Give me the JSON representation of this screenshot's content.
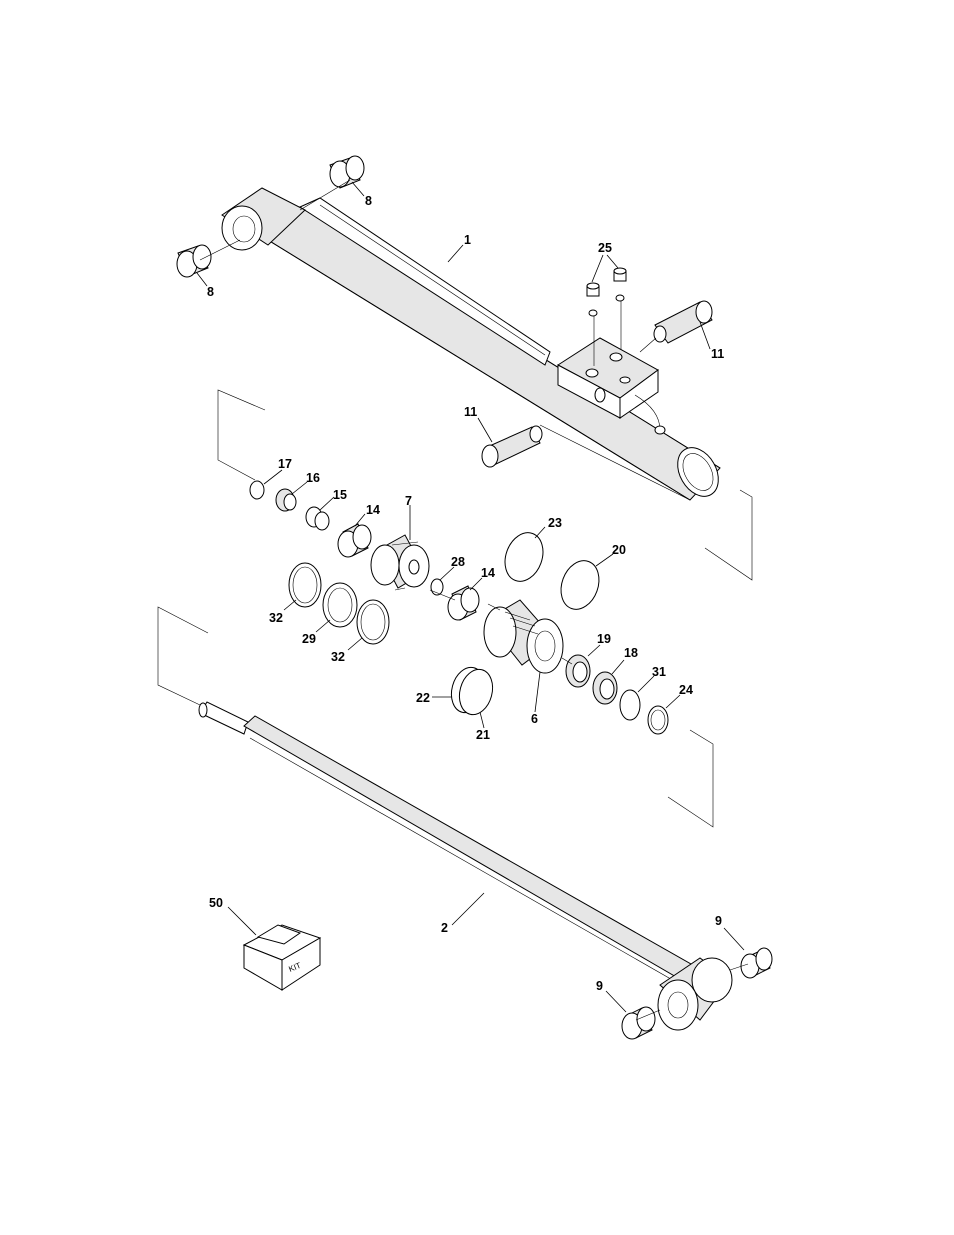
{
  "diagram": {
    "callouts": {
      "c8a": "8",
      "c8b": "8",
      "c1": "1",
      "c25": "25",
      "c11a": "11",
      "c11b": "11",
      "c17": "17",
      "c16": "16",
      "c15": "15",
      "c14a": "14",
      "c7": "7",
      "c23": "23",
      "c20": "20",
      "c28": "28",
      "c14b": "14",
      "c32a": "32",
      "c29": "29",
      "c32b": "32",
      "c19": "19",
      "c18": "18",
      "c31": "31",
      "c24": "24",
      "c22": "22",
      "c21": "21",
      "c6": "6",
      "c50": "50",
      "c2": "2",
      "c9a": "9",
      "c9b": "9"
    },
    "kit_label": "KIT"
  }
}
